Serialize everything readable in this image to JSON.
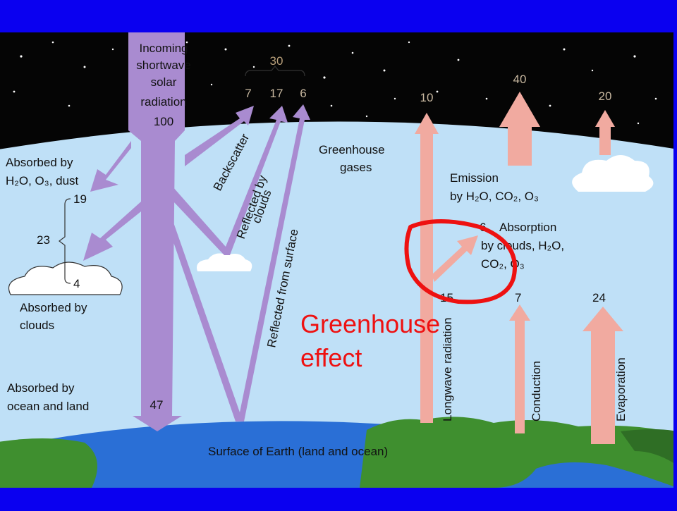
{
  "colors": {
    "slide_bg": "#0a00f0",
    "space": "#050505",
    "atmosphere": "#bfe0f7",
    "ocean": "#2a6fd6",
    "land": "#3f8f2f",
    "shortwave_arrow": "#a98bd0",
    "longwave_arrow": "#f1aaa0",
    "annotation": "#ee1111"
  },
  "labels": {
    "incoming": [
      "Incoming",
      "shortwave",
      "solar",
      "radiation"
    ],
    "incoming_value": "100",
    "reflected_total": "30",
    "reflected_parts": [
      "7",
      "17",
      "6"
    ],
    "backscatter": "Backscatter",
    "reflected_by_clouds": [
      "Reflected by",
      "clouds"
    ],
    "reflected_from_surface": "Reflected from surface",
    "absorbed_h2o_1": "Absorbed by",
    "absorbed_h2o_2": "H₂O, O₃, dust",
    "value_19": "19",
    "value_23": "23",
    "value_4": "4",
    "absorbed_clouds": [
      "Absorbed by",
      "clouds"
    ],
    "absorbed_ocean": [
      "Absorbed by",
      "ocean and land"
    ],
    "value_47": "47",
    "greenhouse_gases": [
      "Greenhouse",
      "gases"
    ],
    "space_10": "10",
    "space_40": "40",
    "space_20": "20",
    "emission_1": "Emission",
    "emission_2": "by H₂O, CO₂, O₃",
    "absorption_value": "6",
    "absorption_1": "Absorption",
    "absorption_2": "by clouds, H₂O,",
    "absorption_3": "CO₂, O₃",
    "longwave_value": "15",
    "longwave": "Longwave radiation",
    "conduction_value": "7",
    "conduction": "Conduction",
    "evaporation_value": "24",
    "evaporation": "Evaporation",
    "surface": "Surface of Earth (land and ocean)",
    "greenhouse_effect": [
      "Greenhouse",
      "effect"
    ]
  }
}
